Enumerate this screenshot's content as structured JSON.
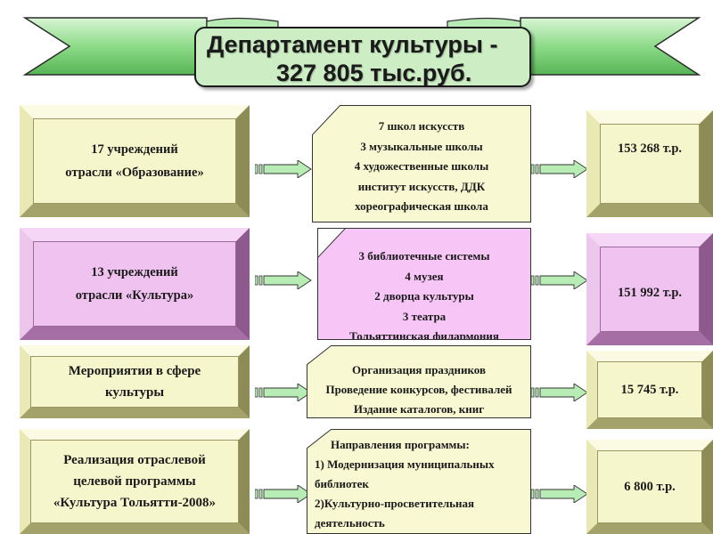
{
  "title": {
    "line1": "Департамент культуры -",
    "line2": "327 805 тыс.руб."
  },
  "rows": [
    {
      "left": [
        "17 учреждений",
        "отрасли «Образование»"
      ],
      "middle": [
        "7 школ искусств",
        "3 музыкальные школы",
        "4 художественные школы",
        "институт искусств, ДДК",
        "хореографическая школа"
      ],
      "right": "153 268 т.р."
    },
    {
      "left": [
        "13 учреждений",
        "отрасли «Культура»"
      ],
      "middle": [
        "3 библиотечные системы",
        "4 музея",
        "2 дворца культуры",
        "3 театра",
        "Тольяттинская филармония"
      ],
      "right": "151 992 т.р."
    },
    {
      "left": [
        "Мероприятия в сфере",
        "культуры"
      ],
      "middle": [
        "Организация праздников",
        "Проведение конкурсов, фестивалей",
        "Издание каталогов, книг"
      ],
      "right": "15 745 т.р."
    },
    {
      "left": [
        "Реализация отраслевой",
        "целевой программы",
        "«Культура Тольятти-2008»"
      ],
      "middle": [
        "Направления программы:",
        "1) Модернизация муниципальных",
        "библиотек",
        "2)Культурно-просветительная",
        "деятельность"
      ],
      "right": "6 800 т.р."
    }
  ],
  "colors": {
    "banner_green": "#8fd98c",
    "olive_box": "#f6f6cc",
    "pink_box": "#f0c2f0",
    "arrow_green": "#b8ecb5"
  }
}
